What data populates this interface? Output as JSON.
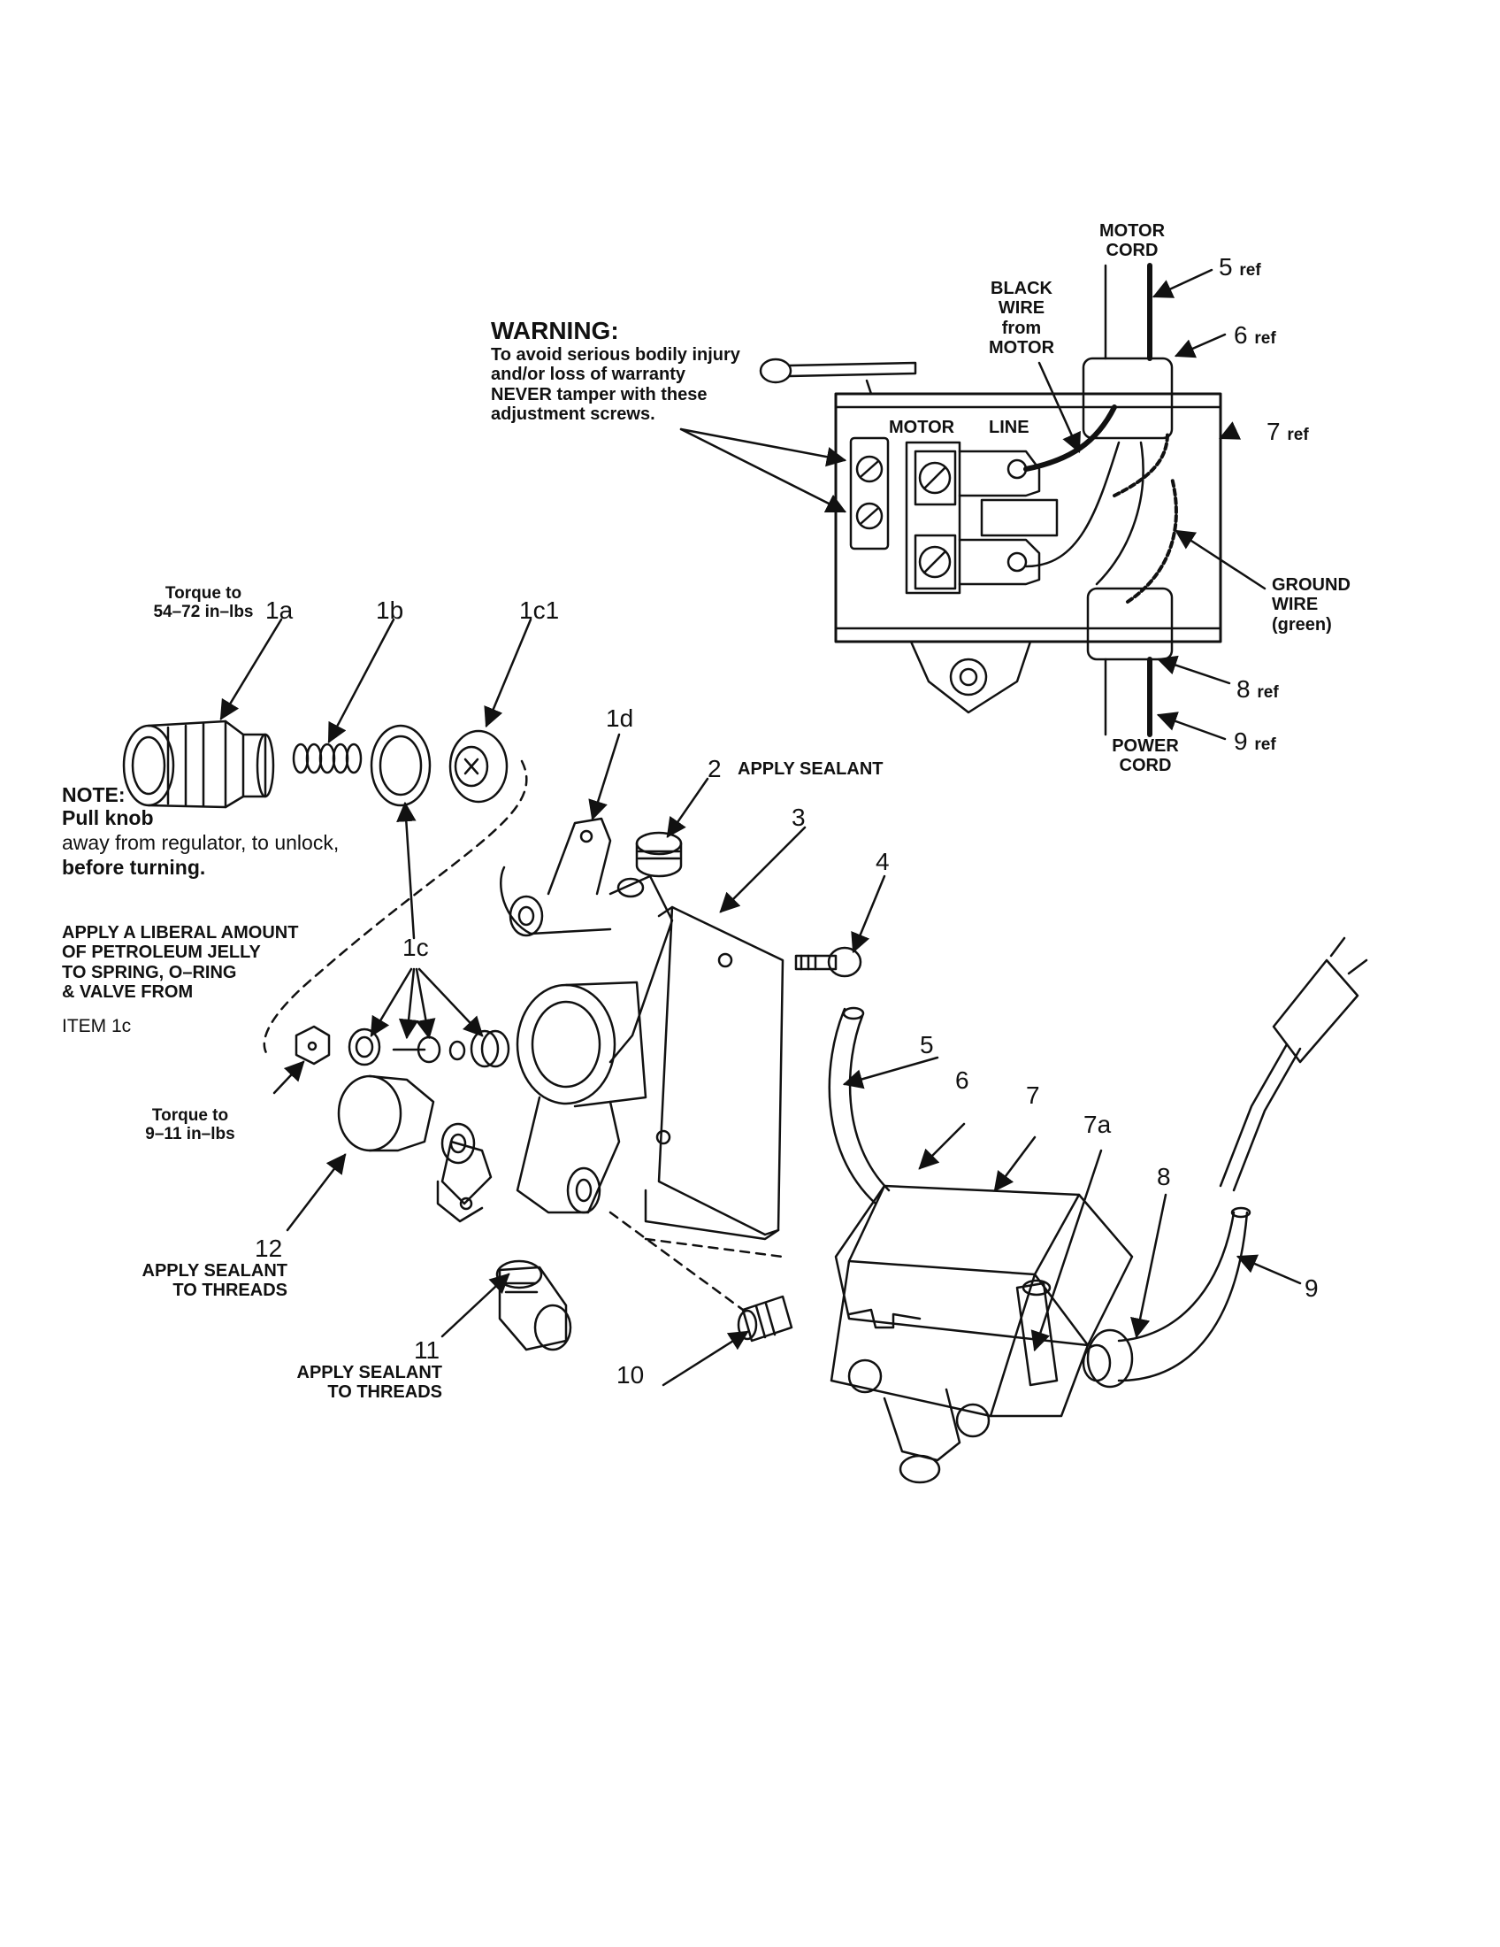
{
  "warning": {
    "title": "WARNING:",
    "body": "To avoid serious bodily injury\nand/or loss of warranty\nNEVER tamper with these\nadjustment screws."
  },
  "switch_box": {
    "motor_cord_label": "MOTOR\nCORD",
    "black_wire_label": "BLACK\nWIRE\nfrom\nMOTOR",
    "motor_terminal": "MOTOR",
    "line_terminal": "LINE",
    "ground_wire_label": "GROUND\nWIRE\n(green)",
    "power_cord_label": "POWER\nCORD",
    "refs": [
      {
        "num": "5",
        "suffix": "ref"
      },
      {
        "num": "6",
        "suffix": "ref"
      },
      {
        "num": "7",
        "suffix": "ref"
      },
      {
        "num": "8",
        "suffix": "ref"
      },
      {
        "num": "9",
        "suffix": "ref"
      }
    ]
  },
  "regulator": {
    "torque_1a": "Torque to\n54–72 in–lbs",
    "part_1a": "1a",
    "part_1b": "1b",
    "part_1c1": "1c1",
    "part_1d": "1d",
    "part_1c": "1c",
    "note_title": "NOTE:",
    "note_line1": "Pull knob",
    "note_line2": "away from regulator, to unlock,",
    "note_line3": "before turning.",
    "petroleum_note": "APPLY A LIBERAL AMOUNT\nOF PETROLEUM JELLY\nTO SPRING, O–RING\n& VALVE FROM",
    "petroleum_item": "ITEM 1c",
    "torque_small": "Torque to\n9–11 in–lbs"
  },
  "parts": {
    "p2": "2",
    "p2_note": "APPLY SEALANT",
    "p3": "3",
    "p4": "4",
    "p5": "5",
    "p6": "6",
    "p7": "7",
    "p7a": "7a",
    "p8": "8",
    "p9": "9",
    "p10": "10",
    "p11": "11",
    "p11_note": "APPLY SEALANT\nTO THREADS",
    "p12": "12",
    "p12_note": "APPLY SEALANT\nTO THREADS"
  }
}
